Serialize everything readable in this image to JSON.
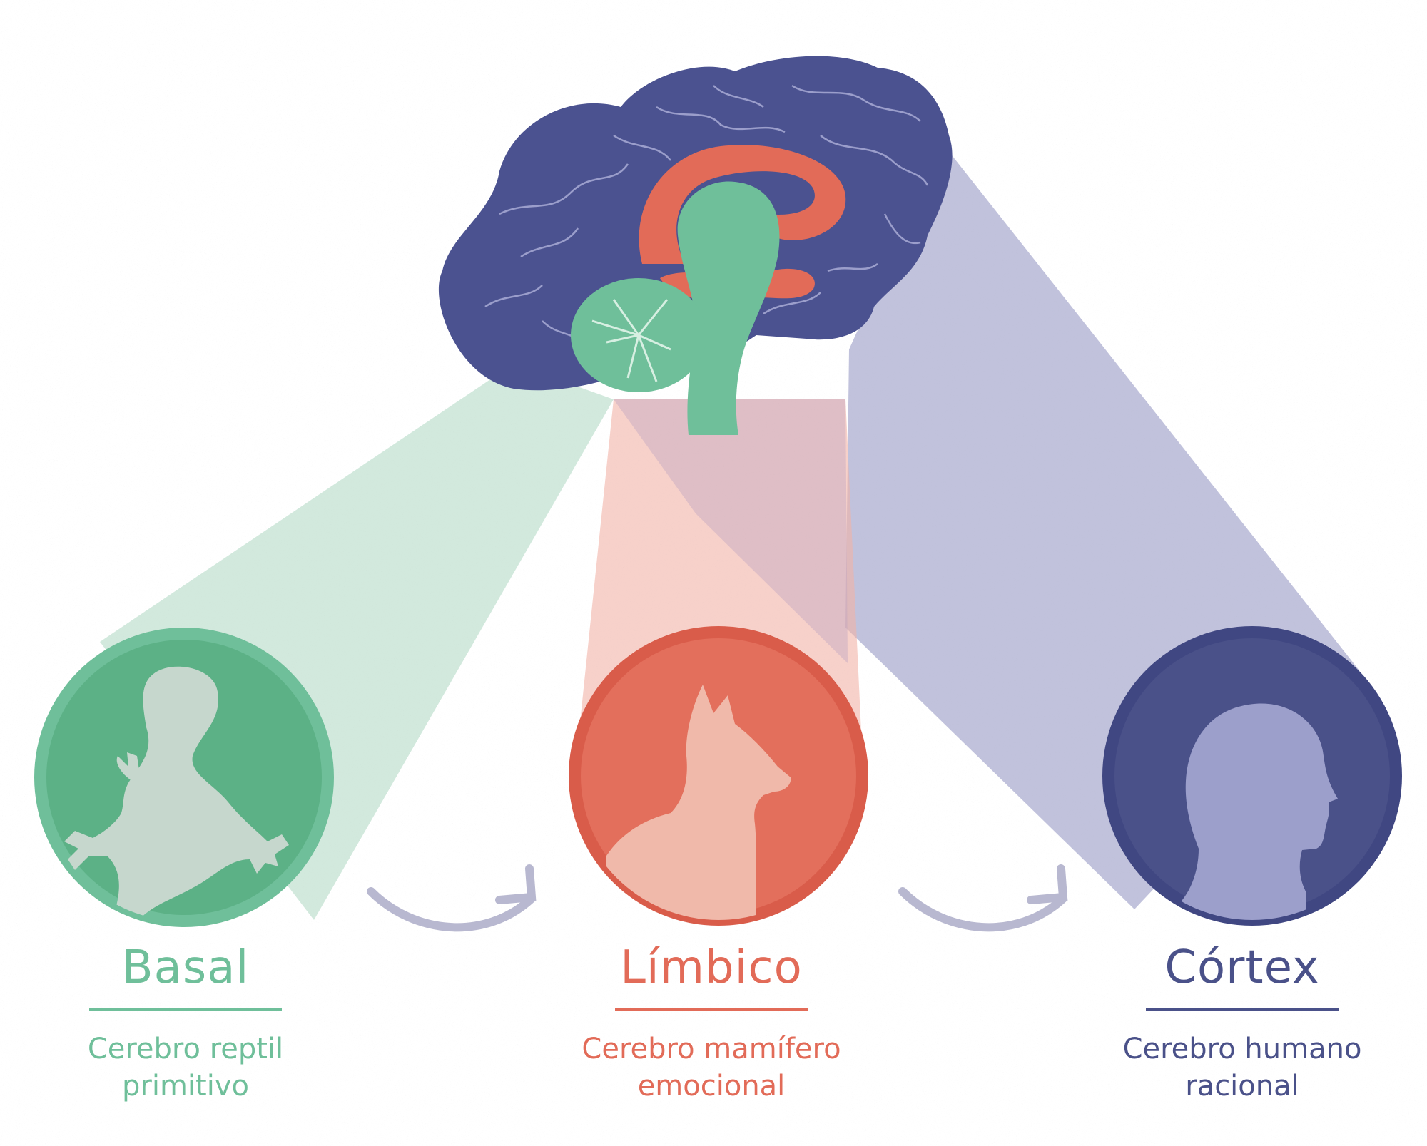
{
  "colors": {
    "basal": "#6fbf9a",
    "limbico": "#e26b58",
    "cortex": "#4a5189",
    "brain": "#4b5290",
    "arrow": "#b8b8d0"
  },
  "sections": [
    {
      "key": "basal",
      "title": "Basal",
      "subtitle_line1": "Cerebro reptil",
      "subtitle_line2": "primitivo",
      "icon": "lizard-icon"
    },
    {
      "key": "limbico",
      "title": "Límbico",
      "subtitle_line1": "Cerebro mamífero",
      "subtitle_line2": "emocional",
      "icon": "dog-icon"
    },
    {
      "key": "cortex",
      "title": "Córtex",
      "subtitle_line1": "Cerebro humano",
      "subtitle_line2": "racional",
      "icon": "human-head-icon"
    }
  ]
}
